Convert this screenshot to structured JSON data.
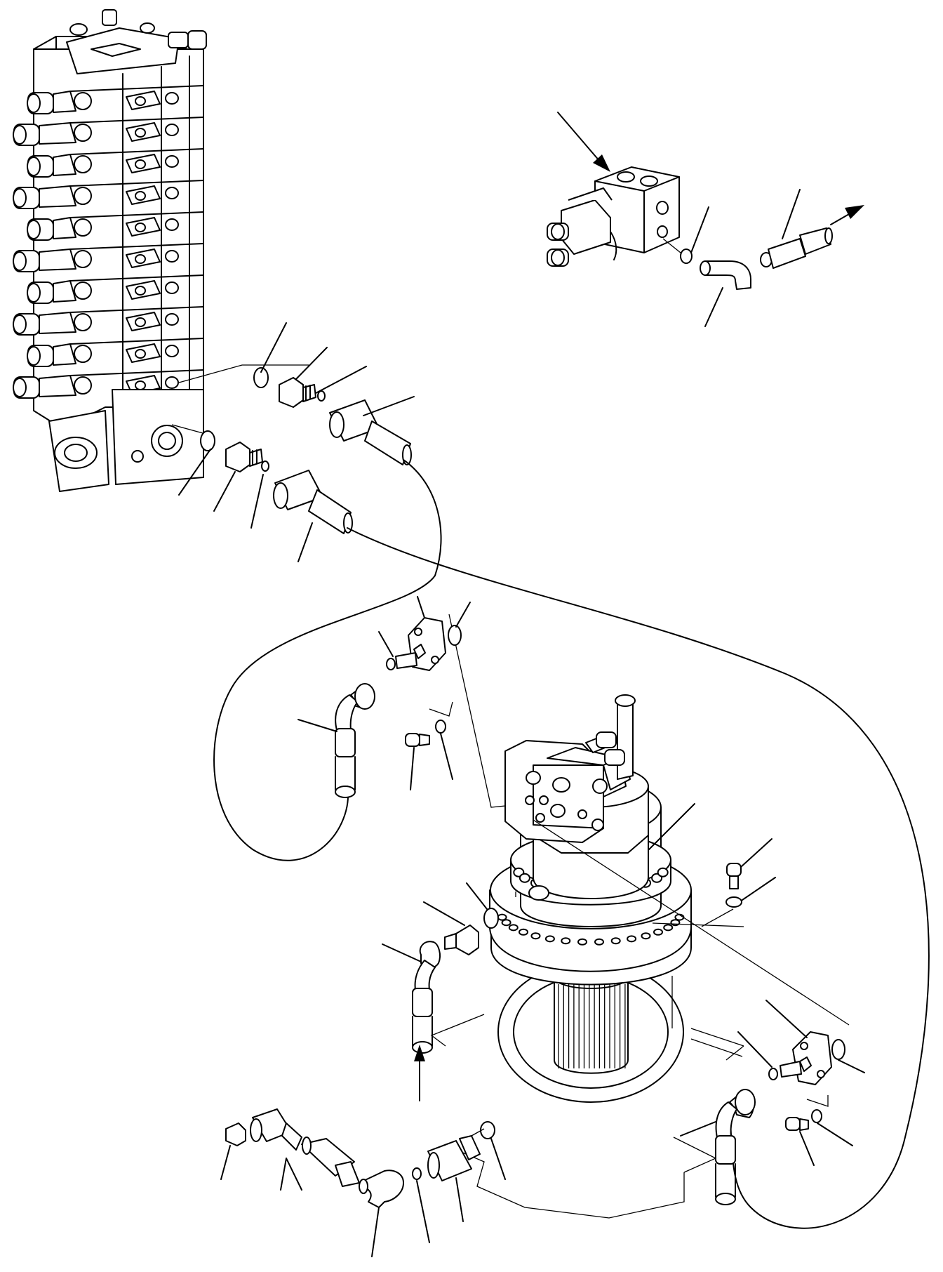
{
  "drawing": {
    "kind": "hydraulic parts exploded view",
    "line_color": "#000000",
    "background": "#ffffff",
    "components": [
      {
        "name": "control-valve",
        "icon": "control-valve-icon"
      },
      {
        "name": "solenoid-valve-block",
        "icon": "solenoid-valve-icon"
      },
      {
        "name": "swing-motor",
        "icon": "swing-motor-icon"
      },
      {
        "name": "hose",
        "icon": "hose-icon"
      },
      {
        "name": "elbow-fitting",
        "icon": "elbow-icon"
      },
      {
        "name": "adapter-fitting",
        "icon": "adapter-icon"
      },
      {
        "name": "o-ring",
        "icon": "o-ring-icon"
      },
      {
        "name": "split-flange",
        "icon": "flange-icon"
      },
      {
        "name": "bolt",
        "icon": "bolt-icon"
      },
      {
        "name": "washer",
        "icon": "washer-icon"
      },
      {
        "name": "flow-arrow",
        "icon": "arrow-icon"
      }
    ]
  }
}
